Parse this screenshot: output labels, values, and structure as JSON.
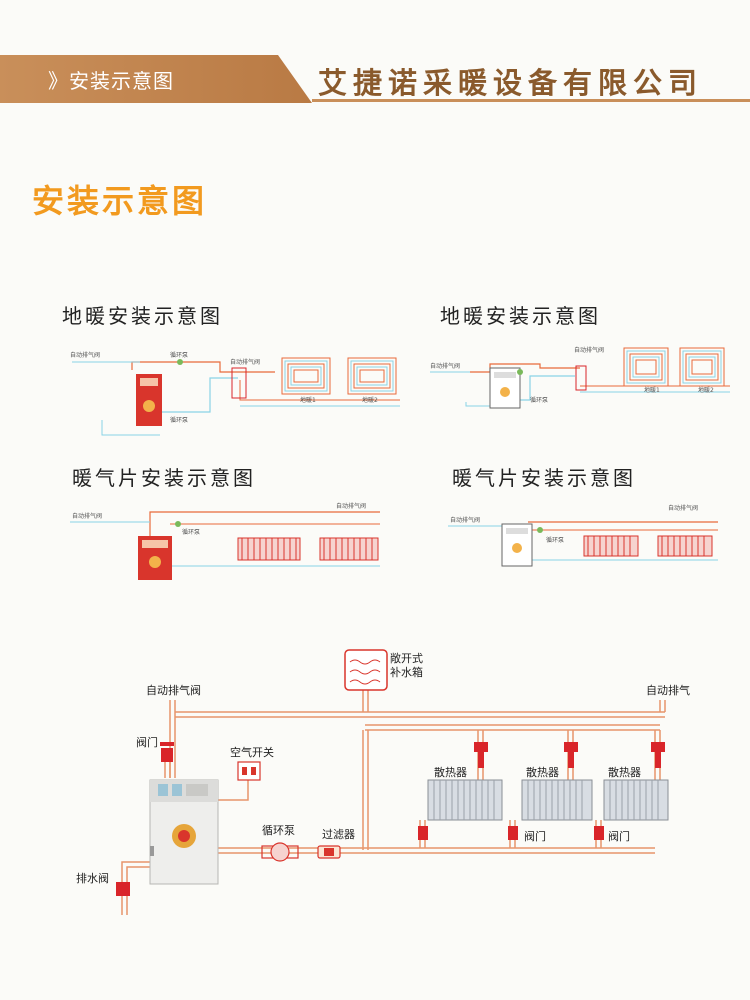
{
  "header": {
    "left_label": "》安装示意图",
    "company": "艾捷诺采暖设备有限公司"
  },
  "section_title": "安装示意图",
  "diagrams": {
    "floor_heating_1": {
      "title": "地暖安装示意图",
      "labels": {
        "auto_vent": "自动排气阀",
        "pump_top": "循环泵",
        "manifold_vent": "自动排气阀",
        "pump_bottom": "循环泵",
        "zone1": "地暖1",
        "zone2": "地暖2"
      }
    },
    "floor_heating_2": {
      "title": "地暖安装示意图",
      "labels": {
        "auto_vent": "自动排气阀",
        "pump": "循环泵",
        "manifold_vent": "自动排气阀",
        "zone1": "地暖1",
        "zone2": "地暖2"
      }
    },
    "radiator_1": {
      "title": "暖气片安装示意图",
      "labels": {
        "auto_vent_left": "自动排气阀",
        "pump": "循环泵",
        "auto_vent_right": "自动排气阀"
      }
    },
    "radiator_2": {
      "title": "暖气片安装示意图",
      "labels": {
        "auto_vent_left": "自动排气阀",
        "pump": "循环泵",
        "auto_vent_right": "自动排气阀"
      }
    },
    "system": {
      "labels": {
        "open_tank": "敞开式",
        "open_tank_2": "补水箱",
        "auto_vent_left": "自动排气阀",
        "auto_vent_right": "自动排气",
        "valve_top": "阀门",
        "air_switch": "空气开关",
        "radiator_1": "散热器",
        "radiator_2": "散热器",
        "radiator_3": "散热器",
        "pump": "循环泵",
        "filter": "过滤器",
        "valve_r1": "阀门",
        "valve_r2": "阀门",
        "drain_valve": "排水阀"
      }
    }
  },
  "colors": {
    "header_bg": "#c98f5a",
    "company_text": "#8a5a2c",
    "section_title": "#f29a1f",
    "pipe_hot": "#e86a3a",
    "pipe_cold": "#8ad3e6",
    "valve_red": "#d9252a",
    "boiler_red": "#d9352c"
  }
}
